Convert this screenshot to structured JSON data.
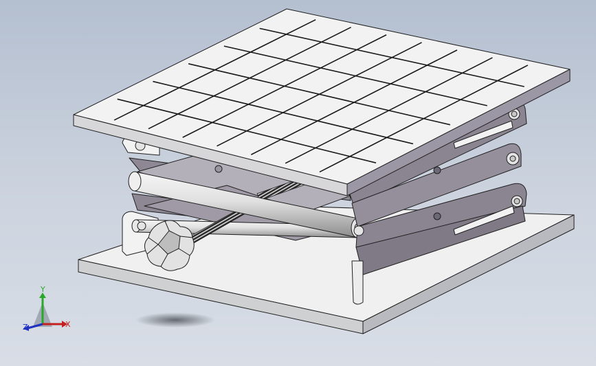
{
  "triad": {
    "x_label": "X",
    "y_label": "Y",
    "z_label": "Z",
    "x_color": "#c42020",
    "y_color": "#2aa82a",
    "z_color": "#2030c0"
  },
  "model": {
    "part_color": "#f1f1f1",
    "shade_color": "#8a8592",
    "edge_color": "#202020"
  }
}
